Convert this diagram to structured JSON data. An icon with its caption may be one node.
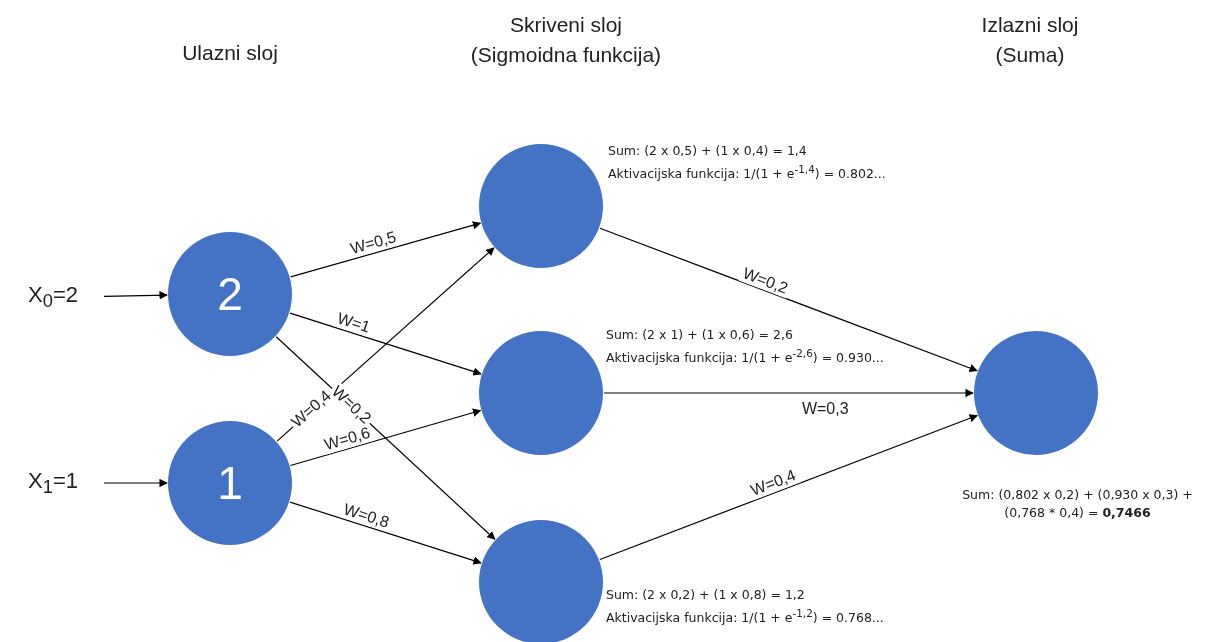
{
  "diagram": {
    "nodes": [
      {
        "text": [
          "X$_{0}$=2"
        ]
      },
      {
        "text": [
          "X$_{1}$=1"
        ]
      },
      {
        "text": [
          "2"
        ]
      },
      {
        "text": [
          "1"
        ]
      },
      {
        "text": [],
        "shape": "circle",
        "beside": [
          "Sum: (2 x 0,5) + (1 x 0,4) = 1,4",
          "Aktivacijska funkcija: 1/(1 + e$^{-1,4}$) = 0.802..."
        ]
      },
      {
        "text": [],
        "shape": "circle",
        "beside": [
          "Sum: (2 x 1) + (1 x 0,6) = 2,6",
          "Aktivacijska funkcija: 1/(1 + e$^{-2,6}$) = 0.930..."
        ]
      },
      {
        "text": [],
        "shape": "circle",
        "beside": [
          "Sum: (2 x 0,2) + (1 x 0,8) = 1,2",
          "Aktivacijska funkcija: 1/(1 + e$^{-1,2}$) = 0.768..."
        ]
      },
      {
        "text": [],
        "shape": "circle",
        "beside": [
          "Sum: (0,802 x 0,2) + (0,930 x 0,3) + (0,768 * 0,4) = **0,7466**"
        ]
      }
    ],
    "edges": [
      {
        "from": 0,
        "to": 2,
        "arrow": "to"
      },
      {
        "from": 1,
        "to": 3,
        "arrow": "to"
      },
      {
        "from": 2,
        "to": 4,
        "label": "W=0,5",
        "arrow": "to"
      },
      {
        "from": 2,
        "to": 5,
        "label": "W=1",
        "arrow": "to"
      },
      {
        "from": 2,
        "to": 6,
        "label": "W=0,2",
        "arrow": "to"
      },
      {
        "from": 3,
        "to": 4,
        "label": "W=0,4",
        "arrow": "to"
      },
      {
        "from": 3,
        "to": 5,
        "label": "W=0,6",
        "arrow": "to"
      },
      {
        "from": 3,
        "to": 6,
        "label": "W=0,8",
        "arrow": "to"
      },
      {
        "from": 4,
        "to": 7,
        "label": "W=0,2",
        "arrow": "to"
      },
      {
        "from": 5,
        "to": 7,
        "label": "W=0,3",
        "arrow": "to"
      },
      {
        "from": 6,
        "to": 7,
        "label": "W=0,4",
        "arrow": "to"
      }
    ],
    "labels": [
      "Ulazni sloj",
      "Skriveni sloj (Sigmoidna funkcija)",
      "Izlazni sloj (Suma)"
    ]
  }
}
